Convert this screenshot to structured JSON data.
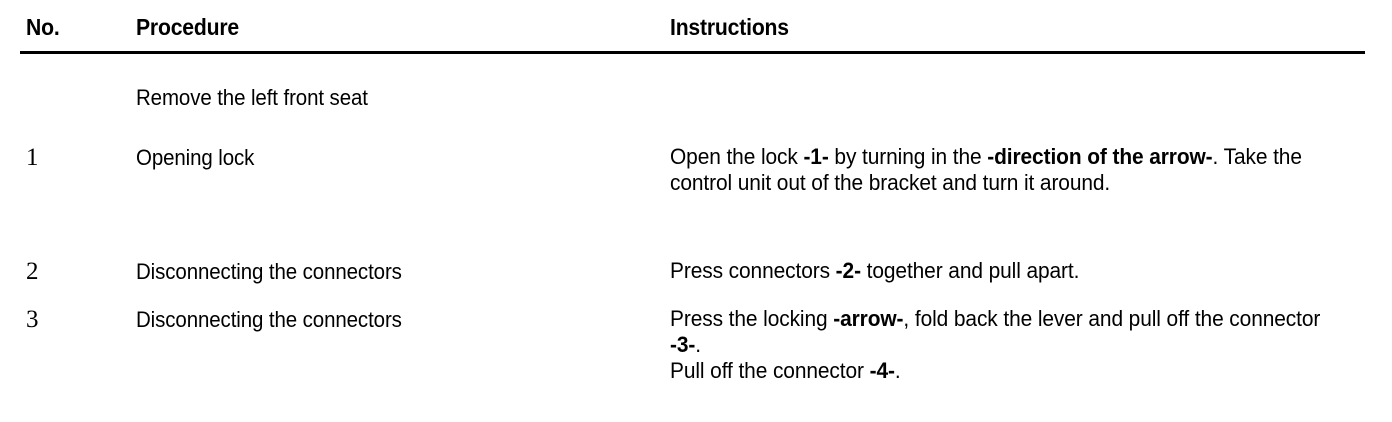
{
  "document": {
    "type": "service-procedure-table",
    "background_color": "#ffffff",
    "text_color": "#000000"
  },
  "table": {
    "columns": [
      {
        "key": "no",
        "label": "No."
      },
      {
        "key": "procedure",
        "label": "Procedure"
      },
      {
        "key": "instructions",
        "label": "Instructions"
      }
    ],
    "rows": [
      {
        "no": "",
        "procedure": "Remove the left front seat",
        "instructions": []
      },
      {
        "no": "1",
        "procedure": "Opening lock",
        "instructions": [
          [
            {
              "text": "Open the lock ",
              "bold": false
            },
            {
              "text": "-1-",
              "bold": true
            },
            {
              "text": " by turning in the ",
              "bold": false
            },
            {
              "text": "-direction of the arrow-",
              "bold": true
            },
            {
              "text": ". Take the control unit out of the bracket and turn it around.",
              "bold": false
            }
          ]
        ]
      },
      {
        "no": "2",
        "procedure": "Disconnecting the connectors",
        "instructions": [
          [
            {
              "text": "Press connectors ",
              "bold": false
            },
            {
              "text": "-2-",
              "bold": true
            },
            {
              "text": " together and pull apart.",
              "bold": false
            }
          ]
        ]
      },
      {
        "no": "3",
        "procedure": "Disconnecting the connectors",
        "instructions": [
          [
            {
              "text": "Press the locking ",
              "bold": false
            },
            {
              "text": "-arrow-",
              "bold": true
            },
            {
              "text": ", fold back the lever and pull off the connector ",
              "bold": false
            },
            {
              "text": "-3-",
              "bold": true
            },
            {
              "text": ".",
              "bold": false
            }
          ],
          [
            {
              "text": "Pull off the connector ",
              "bold": false
            },
            {
              "text": "-4-",
              "bold": true
            },
            {
              "text": ".",
              "bold": false
            }
          ]
        ]
      }
    ]
  }
}
